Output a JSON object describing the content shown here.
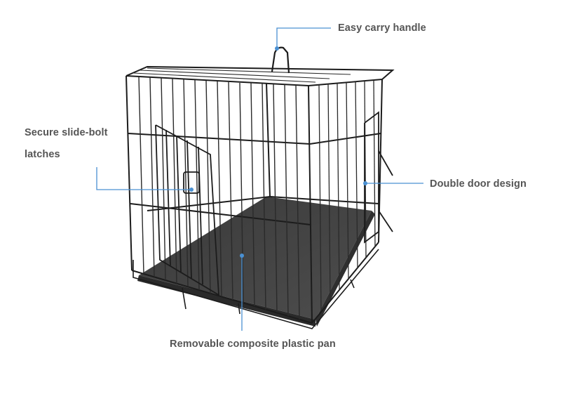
{
  "diagram": {
    "subject": "Wire dog crate",
    "accent_color": "#4a90d2",
    "label_color": "#555555",
    "callouts": [
      {
        "id": "handle",
        "label": "Easy carry handle"
      },
      {
        "id": "latches",
        "label_line1": "Secure slide-bolt",
        "label_line2": "latches"
      },
      {
        "id": "doors",
        "label": "Double door design"
      },
      {
        "id": "pan",
        "label": "Removable composite plastic pan"
      }
    ]
  }
}
